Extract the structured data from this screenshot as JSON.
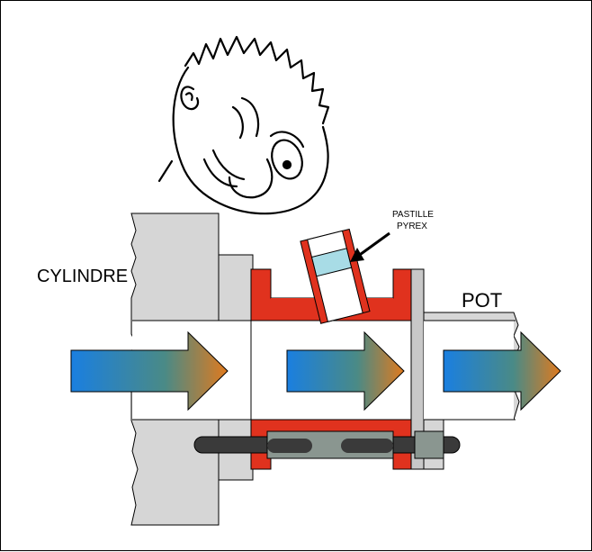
{
  "labels": {
    "cylinder": "CYLINDRE",
    "pot": "POT",
    "window_line1": "PASTILLE",
    "window_line2": "PYREX"
  },
  "colors": {
    "flow_start": "#1a7fe0",
    "flow_mid": "#4a8a86",
    "flow_end": "#e07a1e",
    "red_part": "#e0321e",
    "grey_part": "#d6d6d6",
    "tie_rod": "#3a3a3a",
    "glass": "#a8dce6"
  },
  "icons": {
    "observer": "observer-face-icon",
    "flow": "flow-arrow-icon"
  }
}
